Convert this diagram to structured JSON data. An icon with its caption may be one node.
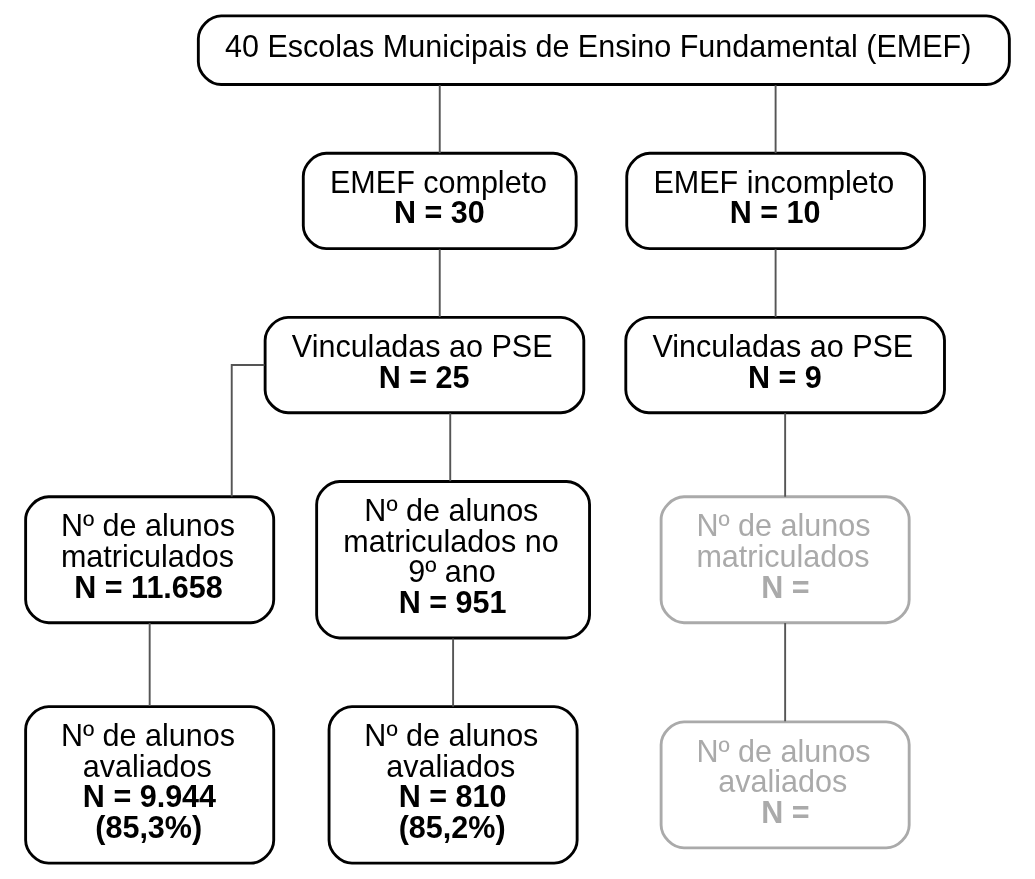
{
  "diagram": {
    "nodes": [
      {
        "text": [
          "40 Escolas Municipais de Ensino Fundamental (EMEF)"
        ]
      },
      {
        "text": [
          "EMEF completo",
          "N = 30"
        ]
      },
      {
        "text": [
          "EMEF incompleto",
          "N = 10"
        ]
      },
      {
        "text": [
          "Vinculadas ao PSE",
          "N = 25"
        ]
      },
      {
        "text": [
          "Vinculadas ao PSE",
          "N = 9"
        ]
      },
      {
        "text": [
          "Nº de alunos matriculados",
          "N = 11.658"
        ]
      },
      {
        "text": [
          "Nº de alunos matriculados no 9º ano",
          "N = 951"
        ]
      },
      {
        "text": [
          "Nº de alunos matriculados",
          "N ="
        ]
      },
      {
        "text": [
          "Nº de alunos avaliados",
          "N = 9.944",
          "(85,3%)"
        ]
      },
      {
        "text": [
          "Nº de alunos avaliados",
          "N = 810",
          "(85,2%)"
        ]
      },
      {
        "text": [
          "Nº de alunos avaliados",
          "N ="
        ]
      }
    ],
    "edges": [
      {
        "from": 0,
        "to": 1,
        "arrow": "none"
      },
      {
        "from": 0,
        "to": 2,
        "arrow": "none"
      },
      {
        "from": 1,
        "to": 3,
        "arrow": "none"
      },
      {
        "from": 2,
        "to": 4,
        "arrow": "none"
      },
      {
        "from": 3,
        "to": 5,
        "arrow": "none"
      },
      {
        "from": 3,
        "to": 6,
        "arrow": "none"
      },
      {
        "from": 4,
        "to": 7,
        "arrow": "none"
      },
      {
        "from": 5,
        "to": 8,
        "arrow": "none"
      },
      {
        "from": 6,
        "to": 9,
        "arrow": "none"
      },
      {
        "from": 7,
        "to": 10,
        "arrow": "none"
      }
    ]
  }
}
